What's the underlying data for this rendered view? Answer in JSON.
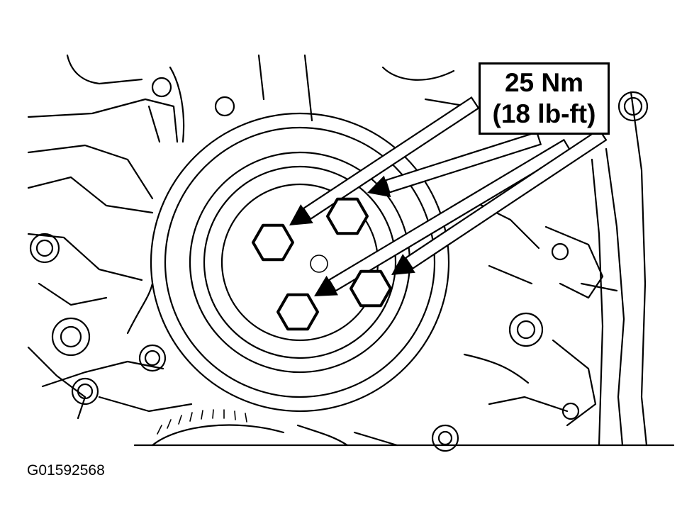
{
  "callout": {
    "torque_nm": "25 Nm",
    "torque_lbft": "(18 lb-ft)"
  },
  "figure_id": "G01592568",
  "icons": {
    "bolt": "hex-bolt-icon",
    "arrow": "arrowhead-icon"
  },
  "colors": {
    "line": "#000000",
    "background": "#ffffff"
  }
}
